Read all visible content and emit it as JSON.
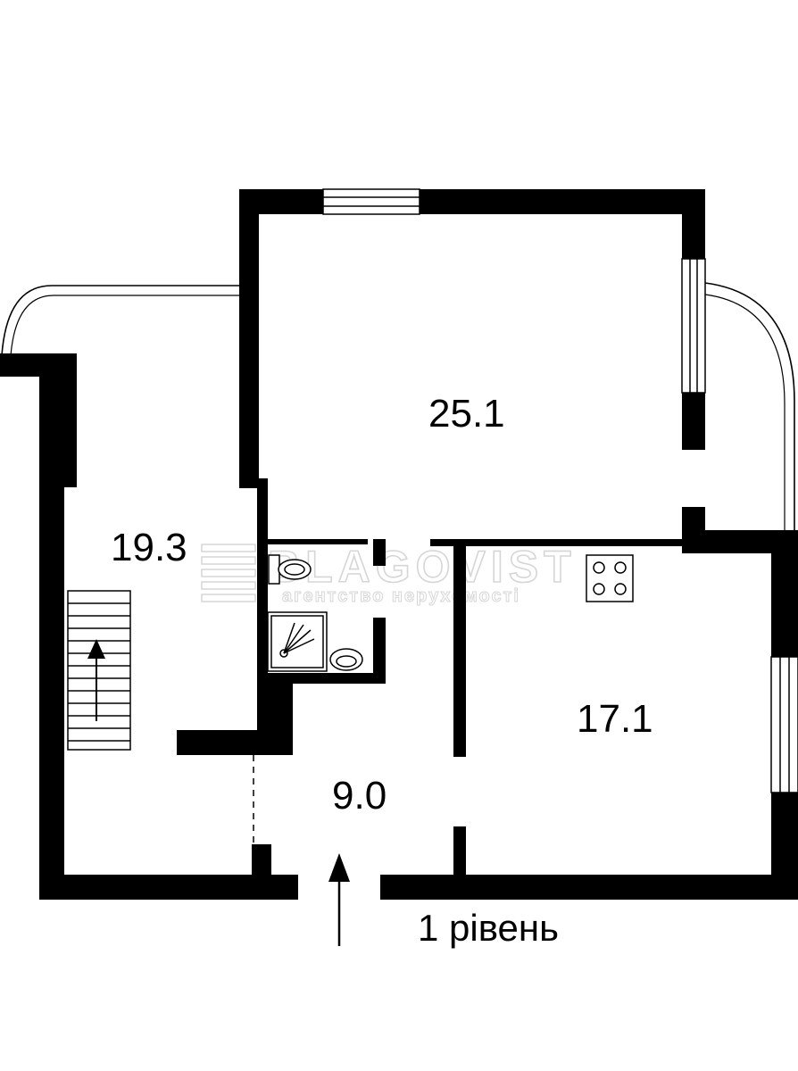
{
  "rooms": {
    "living_room": {
      "area": "25.1"
    },
    "stair_hall": {
      "area": "19.3"
    },
    "kitchen": {
      "area": "17.1"
    },
    "hallway": {
      "area": "9.0"
    }
  },
  "level_label": "1 рівень",
  "watermark": {
    "brand": "BLAGOVIST",
    "tagline": "агентство нерухомості"
  },
  "icons": [
    "toilet-icon",
    "shower-icon",
    "sink-icon",
    "stove-icon",
    "staircase-icon",
    "entrance-arrow-icon"
  ],
  "colors": {
    "wall": "#000000",
    "background": "#ffffff",
    "watermark": "#d6d6d6"
  }
}
